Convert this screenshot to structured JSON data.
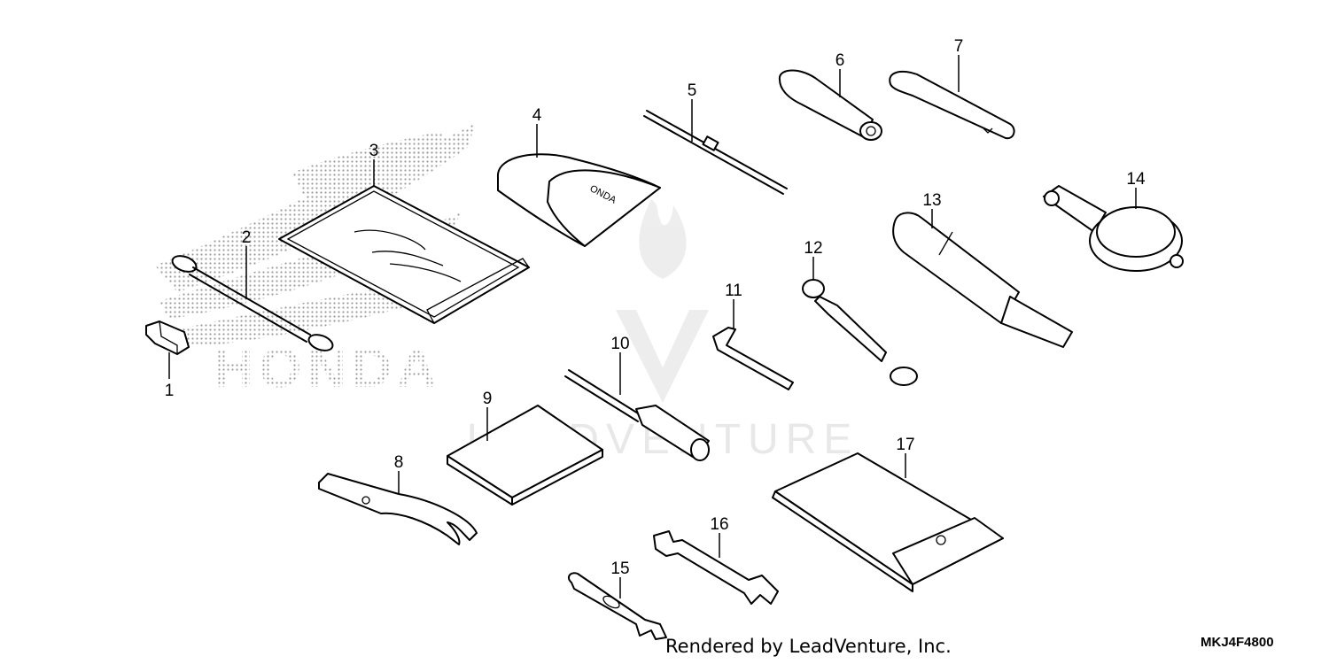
{
  "diagram": {
    "callouts": [
      "1",
      "2",
      "3",
      "4",
      "5",
      "6",
      "7",
      "8",
      "9",
      "10",
      "11",
      "12",
      "13",
      "14",
      "15",
      "16",
      "17"
    ],
    "emblem_text": "HONDA",
    "watermark_text": "LEADVENTURE",
    "footer_rendered_by": "Rendered by LeadVenture, Inc.",
    "diagram_code": "MKJ4F4800"
  },
  "colors": {
    "line": "#000000",
    "halftone": "#9a9a9a",
    "watermark": "#e6e6e6",
    "background": "#ffffff"
  }
}
